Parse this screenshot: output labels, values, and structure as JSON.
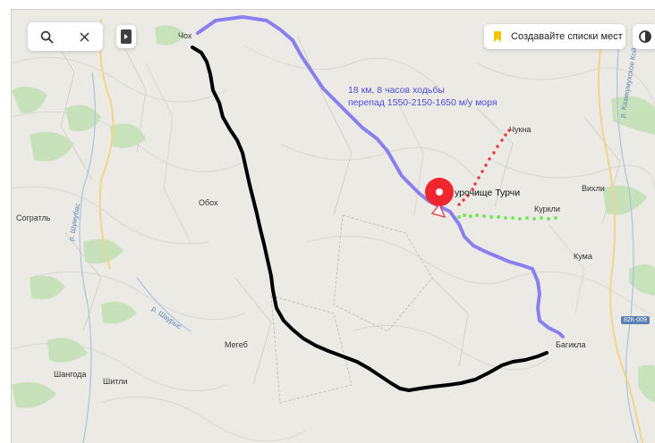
{
  "toolbar": {
    "search_icon": "search-icon",
    "close_icon": "close-icon",
    "lists_button_label": "Создавайте списки мест"
  },
  "annotation": {
    "line1": "18 км, 8 часов ходьбы",
    "line2": "перепад 1550-2150-1650 м/у моря"
  },
  "poi": {
    "label": "урочище Турчи"
  },
  "places": {
    "chokh": "Чох",
    "obokh": "Обох",
    "sogratl": "Согратль",
    "megeb": "Мегеб",
    "shangoda": "Шангода",
    "shitli": "Шитли",
    "chukna": "Чукна",
    "kurkli": "Куркли",
    "kuma": "Кума",
    "vikhli": "Вихли",
    "bagikla": "Багикла"
  },
  "rivers": {
    "r1": "р. Шумубас",
    "r2": "р. Шаурыс",
    "r3": "р. Казикумухское Койсу"
  },
  "road": "82К-009",
  "colors": {
    "route_purple": "#8b7ff0",
    "route_black": "#000000",
    "dots_red": "#e8343f",
    "dots_green": "#7be35a",
    "pin": "#f0262e",
    "terrain": "#eceae4",
    "vegetation": "#c6e2b8",
    "text_blue": "#4a4ad8"
  }
}
